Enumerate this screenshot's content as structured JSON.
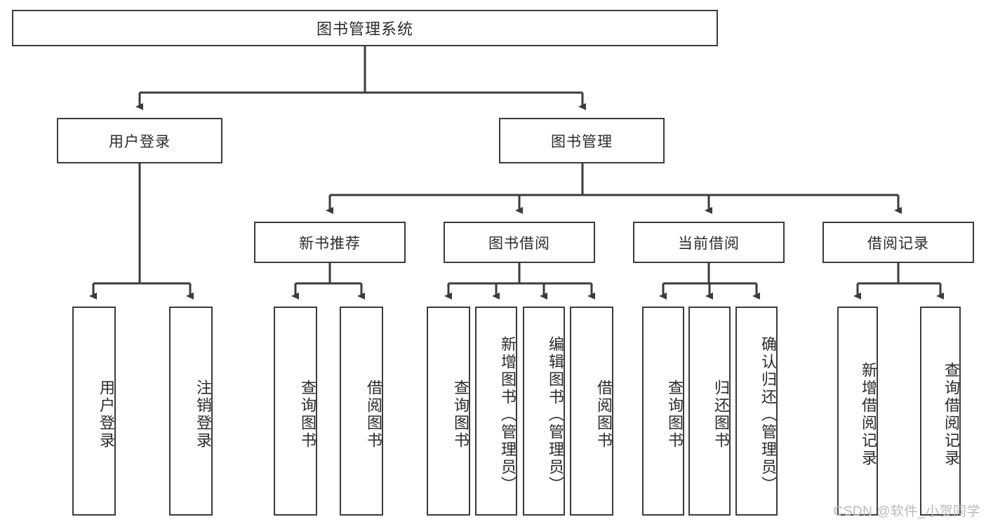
{
  "diagram": {
    "title": "图书管理系统",
    "type": "tree",
    "orientation": "top-down",
    "colors": {
      "stroke": "#3b3b3b",
      "fill": "#ffffff",
      "text": "#2b2b2b",
      "watermark": "#b9b9b9"
    },
    "root": {
      "label": "图书管理系统"
    },
    "level2": [
      {
        "label": "用户登录"
      },
      {
        "label": "图书管理"
      }
    ],
    "level3": [
      {
        "label": "新书推荐"
      },
      {
        "label": "图书借阅"
      },
      {
        "label": "当前借阅"
      },
      {
        "label": "借阅记录"
      }
    ],
    "leaves": {
      "user_login": [
        {
          "label": "用户登录"
        },
        {
          "label": "注销登录"
        }
      ],
      "new_book_recommend": [
        {
          "label": "查询图书"
        },
        {
          "label": "借阅图书"
        }
      ],
      "book_borrow": [
        {
          "label": "查询图书"
        },
        {
          "label": "新增图书（管理员）"
        },
        {
          "label": "编辑图书（管理员）"
        },
        {
          "label": "借阅图书"
        }
      ],
      "current_borrow": [
        {
          "label": "查询图书"
        },
        {
          "label": "归还图书"
        },
        {
          "label": "确认归还（管理员）"
        }
      ],
      "borrow_record": [
        {
          "label": "新增借阅记录"
        },
        {
          "label": "查询借阅记录"
        }
      ]
    },
    "watermark": "CSDN @软件_小贺同学"
  }
}
